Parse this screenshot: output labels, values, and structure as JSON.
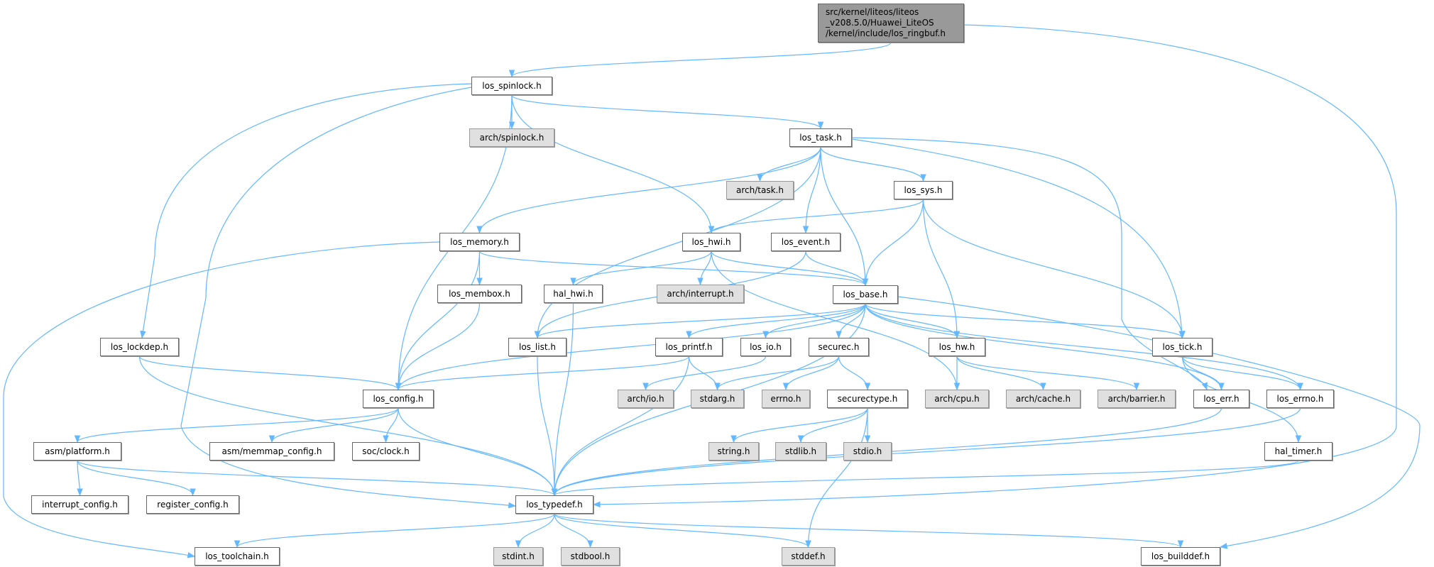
{
  "root": {
    "lines": [
      "src/kernel/liteos/liteos",
      "_v208.5.0/Huawei_LiteOS",
      "/kernel/include/los_ringbuf.h"
    ]
  },
  "colors": {
    "edge": "#63b8ff",
    "root_fill": "#999999",
    "external_fill": "#e0e0e0",
    "node_border": "#666666"
  },
  "nodes": {
    "los_spinlock": {
      "label": "los_spinlock.h",
      "external": false
    },
    "arch_spinlock": {
      "label": "arch/spinlock.h",
      "external": true
    },
    "los_task": {
      "label": "los_task.h",
      "external": false
    },
    "arch_task": {
      "label": "arch/task.h",
      "external": true
    },
    "los_sys": {
      "label": "los_sys.h",
      "external": false
    },
    "los_memory": {
      "label": "los_memory.h",
      "external": false
    },
    "los_hwi": {
      "label": "los_hwi.h",
      "external": false
    },
    "los_event": {
      "label": "los_event.h",
      "external": false
    },
    "los_membox": {
      "label": "los_membox.h",
      "external": false
    },
    "hal_hwi": {
      "label": "hal_hwi.h",
      "external": false
    },
    "arch_interrupt": {
      "label": "arch/interrupt.h",
      "external": true
    },
    "los_base": {
      "label": "los_base.h",
      "external": false
    },
    "los_lockdep": {
      "label": "los_lockdep.h",
      "external": false
    },
    "los_list": {
      "label": "los_list.h",
      "external": false
    },
    "los_printf": {
      "label": "los_printf.h",
      "external": false
    },
    "los_io": {
      "label": "los_io.h",
      "external": false
    },
    "securec": {
      "label": "securec.h",
      "external": false
    },
    "los_hw": {
      "label": "los_hw.h",
      "external": false
    },
    "los_tick": {
      "label": "los_tick.h",
      "external": false
    },
    "los_config": {
      "label": "los_config.h",
      "external": false
    },
    "arch_io": {
      "label": "arch/io.h",
      "external": true
    },
    "stdarg": {
      "label": "stdarg.h",
      "external": true
    },
    "errno": {
      "label": "errno.h",
      "external": true
    },
    "securectype": {
      "label": "securectype.h",
      "external": false
    },
    "arch_cpu": {
      "label": "arch/cpu.h",
      "external": true
    },
    "arch_cache": {
      "label": "arch/cache.h",
      "external": true
    },
    "arch_barrier": {
      "label": "arch/barrier.h",
      "external": true
    },
    "los_err": {
      "label": "los_err.h",
      "external": false
    },
    "los_errno": {
      "label": "los_errno.h",
      "external": false
    },
    "asm_platform": {
      "label": "asm/platform.h",
      "external": false
    },
    "asm_memmap": {
      "label": "asm/memmap_config.h",
      "external": false
    },
    "soc_clock": {
      "label": "soc/clock.h",
      "external": false
    },
    "string": {
      "label": "string.h",
      "external": true
    },
    "stdlib": {
      "label": "stdlib.h",
      "external": true
    },
    "stdio": {
      "label": "stdio.h",
      "external": true
    },
    "hal_timer": {
      "label": "hal_timer.h",
      "external": false
    },
    "interrupt_config": {
      "label": "interrupt_config.h",
      "external": false
    },
    "register_config": {
      "label": "register_config.h",
      "external": false
    },
    "los_typedef": {
      "label": "los_typedef.h",
      "external": false
    },
    "los_toolchain": {
      "label": "los_toolchain.h",
      "external": false
    },
    "stdint": {
      "label": "stdint.h",
      "external": true
    },
    "stdbool": {
      "label": "stdbool.h",
      "external": true
    },
    "stddef": {
      "label": "stddef.h",
      "external": true
    },
    "los_builddef": {
      "label": "los_builddef.h",
      "external": false
    }
  },
  "edges": [
    [
      "root",
      "los_spinlock"
    ],
    [
      "root",
      "los_typedef"
    ],
    [
      "los_spinlock",
      "los_lockdep"
    ],
    [
      "los_spinlock",
      "los_typedef"
    ],
    [
      "los_spinlock",
      "los_config"
    ],
    [
      "los_spinlock",
      "arch_spinlock"
    ],
    [
      "los_spinlock",
      "los_hwi"
    ],
    [
      "los_spinlock",
      "los_task"
    ],
    [
      "los_task",
      "los_memory"
    ],
    [
      "los_task",
      "los_list"
    ],
    [
      "los_task",
      "arch_task"
    ],
    [
      "los_task",
      "los_event"
    ],
    [
      "los_task",
      "los_base"
    ],
    [
      "los_task",
      "los_sys"
    ],
    [
      "los_task",
      "los_err"
    ],
    [
      "los_task",
      "los_tick"
    ],
    [
      "los_sys",
      "los_hwi"
    ],
    [
      "los_sys",
      "los_base"
    ],
    [
      "los_sys",
      "los_hw"
    ],
    [
      "los_sys",
      "los_tick"
    ],
    [
      "los_memory",
      "los_toolchain"
    ],
    [
      "los_memory",
      "los_config"
    ],
    [
      "los_memory",
      "los_membox"
    ],
    [
      "los_memory",
      "los_base"
    ],
    [
      "los_hwi",
      "hal_hwi"
    ],
    [
      "los_hwi",
      "arch_interrupt"
    ],
    [
      "los_hwi",
      "los_base"
    ],
    [
      "los_hwi",
      "arch_cpu"
    ],
    [
      "los_event",
      "los_list"
    ],
    [
      "los_event",
      "los_base"
    ],
    [
      "los_base",
      "los_list"
    ],
    [
      "los_base",
      "los_config"
    ],
    [
      "los_base",
      "los_typedef"
    ],
    [
      "los_base",
      "los_printf"
    ],
    [
      "los_base",
      "los_io"
    ],
    [
      "los_base",
      "securec"
    ],
    [
      "los_base",
      "los_hw"
    ],
    [
      "los_base",
      "los_err"
    ],
    [
      "los_base",
      "los_errno"
    ],
    [
      "los_base",
      "los_tick"
    ],
    [
      "los_base",
      "los_builddef"
    ],
    [
      "hal_hwi",
      "los_typedef"
    ],
    [
      "los_membox",
      "los_config"
    ],
    [
      "los_lockdep",
      "los_config"
    ],
    [
      "los_lockdep",
      "los_typedef"
    ],
    [
      "los_list",
      "los_typedef"
    ],
    [
      "los_printf",
      "los_config"
    ],
    [
      "los_printf",
      "stdarg"
    ],
    [
      "los_printf",
      "los_typedef"
    ],
    [
      "los_io",
      "arch_io"
    ],
    [
      "securec",
      "stdarg"
    ],
    [
      "securec",
      "errno"
    ],
    [
      "securec",
      "securectype"
    ],
    [
      "securectype",
      "string"
    ],
    [
      "securectype",
      "stdlib"
    ],
    [
      "securectype",
      "stdio"
    ],
    [
      "securectype",
      "stddef"
    ],
    [
      "los_hw",
      "arch_cpu"
    ],
    [
      "los_hw",
      "arch_cache"
    ],
    [
      "los_hw",
      "arch_barrier"
    ],
    [
      "los_tick",
      "los_err"
    ],
    [
      "los_tick",
      "los_errno"
    ],
    [
      "los_tick",
      "hal_timer"
    ],
    [
      "los_err",
      "los_typedef"
    ],
    [
      "los_errno",
      "los_typedef"
    ],
    [
      "hal_timer",
      "los_typedef"
    ],
    [
      "los_config",
      "asm_platform"
    ],
    [
      "los_config",
      "asm_memmap"
    ],
    [
      "los_config",
      "soc_clock"
    ],
    [
      "los_config",
      "los_typedef"
    ],
    [
      "asm_platform",
      "interrupt_config"
    ],
    [
      "asm_platform",
      "register_config"
    ],
    [
      "asm_platform",
      "los_typedef"
    ],
    [
      "los_typedef",
      "los_toolchain"
    ],
    [
      "los_typedef",
      "stdint"
    ],
    [
      "los_typedef",
      "stdbool"
    ],
    [
      "los_typedef",
      "stddef"
    ],
    [
      "los_typedef",
      "los_builddef"
    ]
  ]
}
